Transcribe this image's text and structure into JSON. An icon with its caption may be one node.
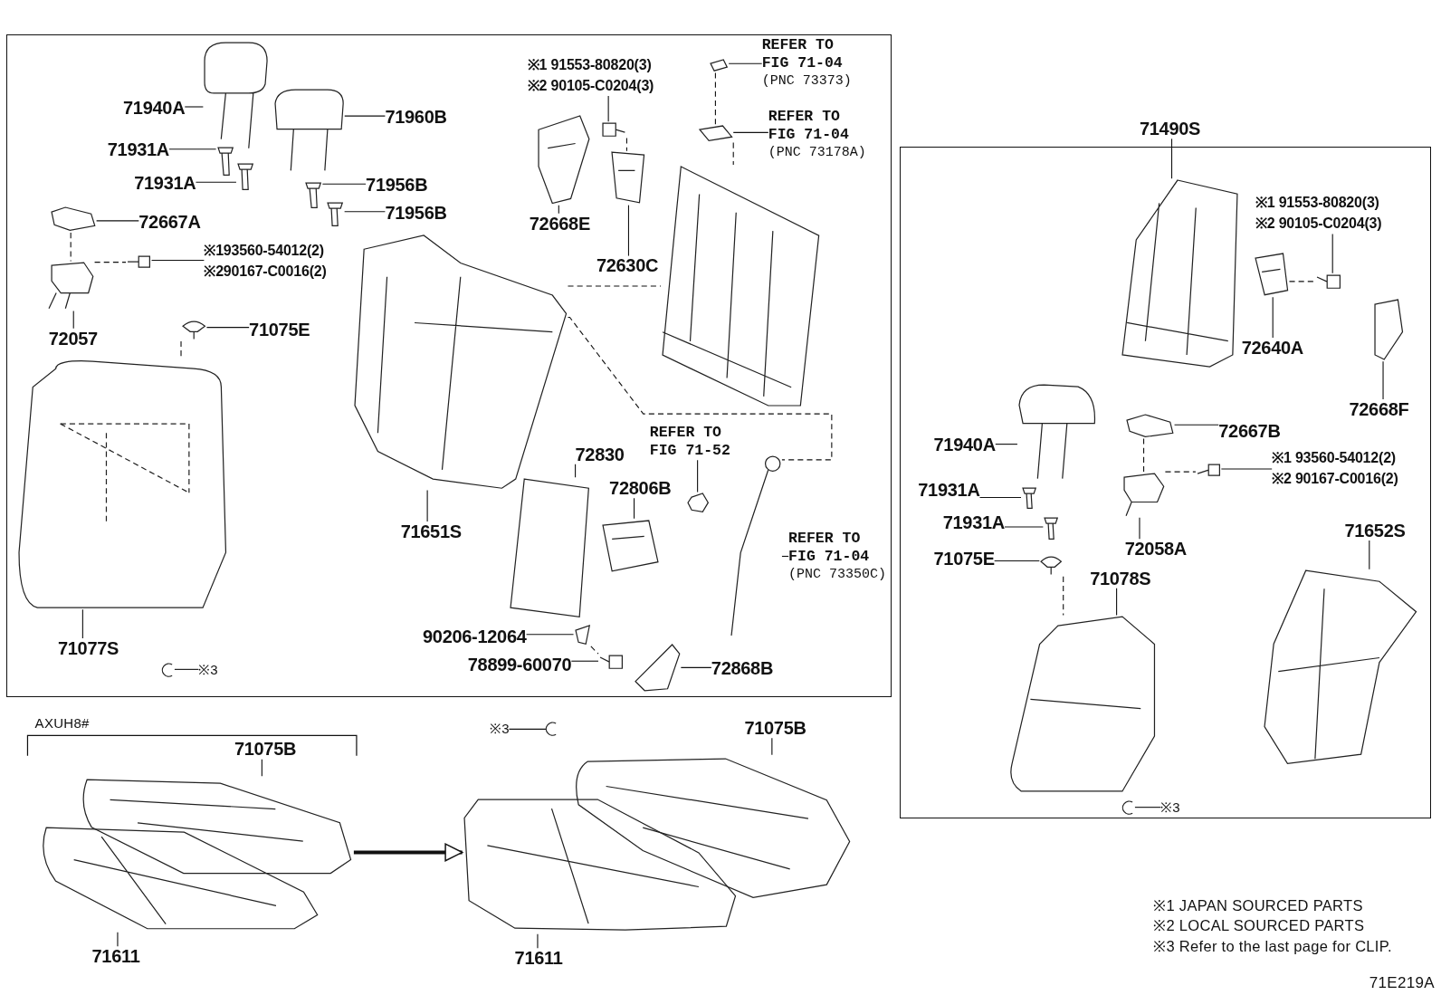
{
  "diagram": {
    "nodes": [
      {
        "text": [],
        "shape": "box"
      },
      {
        "text": [
          "71940A"
        ],
        "in": 0
      },
      {
        "text": [
          "71960B"
        ],
        "in": 0
      },
      {
        "text": [
          "71931A"
        ],
        "in": 0
      },
      {
        "text": [
          "71931A"
        ],
        "in": 0
      },
      {
        "text": [
          "71956B"
        ],
        "in": 0
      },
      {
        "text": [
          "71956B"
        ],
        "in": 0
      },
      {
        "text": [
          "72667A"
        ],
        "in": 0
      },
      {
        "text": [
          "※193560-54012(2)",
          "※290167-C0016(2)"
        ],
        "in": 0
      },
      {
        "text": [
          "72057"
        ],
        "in": 0
      },
      {
        "text": [
          "71075E"
        ],
        "in": 0
      },
      {
        "text": [
          "71077S"
        ],
        "in": 0
      },
      {
        "text": [
          "※3"
        ],
        "in": 0
      },
      {
        "text": [
          "※1 91553-80820(3)",
          "※2 90105-C0204(3)"
        ],
        "in": 0
      },
      {
        "text": [
          "REFER TO FIG 71-04",
          "(PNC 73373)"
        ],
        "in": 0
      },
      {
        "text": [
          "REFER TO FIG 71-04",
          "(PNC 73178A)"
        ],
        "in": 0
      },
      {
        "text": [
          "72668E"
        ],
        "in": 0
      },
      {
        "text": [
          "72630C"
        ],
        "in": 0
      },
      {
        "text": [
          "71651S"
        ],
        "in": 0
      },
      {
        "text": [
          "72830"
        ],
        "in": 0
      },
      {
        "text": [
          "72806B"
        ],
        "in": 0
      },
      {
        "text": [
          "REFER TO FIG 71-52"
        ],
        "in": 0
      },
      {
        "text": [
          "REFER TO FIG 71-04",
          "(PNC 73350C)"
        ],
        "in": 0
      },
      {
        "text": [
          "90206-12064"
        ],
        "in": 0
      },
      {
        "text": [
          "78899-60070"
        ],
        "in": 0
      },
      {
        "text": [
          "72868B"
        ],
        "in": 0
      },
      {
        "text": [
          "71490S"
        ]
      },
      {
        "text": [],
        "shape": "box"
      },
      {
        "text": [
          "※1 91553-80820(3)",
          "※2 90105-C0204(3)"
        ],
        "in": 27
      },
      {
        "text": [
          "72640A"
        ],
        "in": 27
      },
      {
        "text": [
          "72668F"
        ],
        "in": 27
      },
      {
        "text": [
          "71940A"
        ],
        "in": 27
      },
      {
        "text": [
          "72667B"
        ],
        "in": 27
      },
      {
        "text": [
          "※1 93560-54012(2)",
          "※2 90167-C0016(2)"
        ],
        "in": 27
      },
      {
        "text": [
          "71931A"
        ],
        "in": 27
      },
      {
        "text": [
          "71931A"
        ],
        "in": 27
      },
      {
        "text": [
          "72058A"
        ],
        "in": 27
      },
      {
        "text": [
          "71075E"
        ],
        "in": 27
      },
      {
        "text": [
          "71078S"
        ],
        "in": 27
      },
      {
        "text": [
          "71652S"
        ],
        "in": 27
      },
      {
        "text": [
          "※3"
        ],
        "in": 27
      },
      {
        "text": [
          "71075B"
        ]
      },
      {
        "text": [
          "71611"
        ]
      },
      {
        "text": [
          "※3"
        ]
      },
      {
        "text": [
          "71075B"
        ]
      },
      {
        "text": [
          "71611"
        ]
      },
      {
        "text": [],
        "shape": "picture",
        "in": 0
      },
      {
        "text": [],
        "shape": "picture",
        "in": 0
      },
      {
        "text": [],
        "shape": "picture",
        "in": 0
      },
      {
        "text": [],
        "shape": "picture",
        "in": 0
      },
      {
        "text": [],
        "shape": "picture",
        "in": 0
      },
      {
        "text": [],
        "shape": "picture",
        "in": 0
      },
      {
        "text": [],
        "shape": "picture",
        "in": 0
      },
      {
        "text": [],
        "shape": "picture",
        "in": 0
      },
      {
        "text": [],
        "shape": "picture",
        "in": 0
      },
      {
        "text": [],
        "shape": "picture",
        "in": 0
      },
      {
        "text": [],
        "shape": "picture",
        "in": 0
      },
      {
        "text": [],
        "shape": "picture",
        "in": 0
      },
      {
        "text": [],
        "shape": "picture",
        "in": 0
      },
      {
        "text": [],
        "shape": "picture",
        "in": 0
      },
      {
        "text": [],
        "shape": "picture",
        "in": 0
      },
      {
        "text": [],
        "shape": "picture",
        "in": 0
      },
      {
        "text": [],
        "shape": "picture",
        "in": 0
      },
      {
        "text": [],
        "shape": "picture",
        "in": 0
      },
      {
        "text": [],
        "shape": "picture",
        "in": 0
      },
      {
        "text": [],
        "shape": "picture",
        "in": 0
      },
      {
        "text": [],
        "shape": "picture",
        "in": 0
      },
      {
        "text": [],
        "shape": "picture",
        "in": 0
      },
      {
        "text": [],
        "shape": "picture",
        "in": 0
      },
      {
        "text": [],
        "shape": "picture",
        "in": 0
      },
      {
        "text": [],
        "shape": "picture",
        "in": 0
      },
      {
        "text": [],
        "shape": "picture",
        "in": 0
      },
      {
        "text": [],
        "shape": "picture",
        "in": 27
      },
      {
        "text": [],
        "shape": "picture",
        "in": 27
      },
      {
        "text": [],
        "shape": "picture",
        "in": 27
      },
      {
        "text": [],
        "shape": "picture",
        "in": 27
      },
      {
        "text": [],
        "shape": "picture",
        "in": 27
      },
      {
        "text": [],
        "shape": "picture",
        "in": 27
      },
      {
        "text": [],
        "shape": "picture",
        "in": 27
      },
      {
        "text": [],
        "shape": "picture",
        "in": 27
      },
      {
        "text": [],
        "shape": "picture",
        "in": 27
      },
      {
        "text": [],
        "shape": "picture",
        "in": 27
      },
      {
        "text": [],
        "shape": "picture",
        "in": 27
      },
      {
        "text": [],
        "shape": "picture",
        "in": 27
      },
      {
        "text": [],
        "shape": "picture",
        "in": 27
      },
      {
        "text": [],
        "shape": "picture",
        "in": 27
      },
      {
        "text": [],
        "shape": "picture"
      },
      {
        "text": [],
        "shape": "picture"
      },
      {
        "text": [],
        "shape": "picture"
      },
      {
        "text": [],
        "shape": "picture"
      },
      {
        "text": [],
        "shape": "picture"
      }
    ],
    "edges": [
      {
        "from": 1,
        "to": 46,
        "arrow": "none"
      },
      {
        "from": 2,
        "to": 47,
        "arrow": "none"
      },
      {
        "from": 3,
        "to": 48,
        "arrow": "none"
      },
      {
        "from": 4,
        "to": 49,
        "arrow": "none"
      },
      {
        "from": 5,
        "to": 50,
        "arrow": "none"
      },
      {
        "from": 6,
        "to": 51,
        "arrow": "none"
      },
      {
        "from": 7,
        "to": 52,
        "arrow": "none"
      },
      {
        "from": 8,
        "to": 53,
        "arrow": "none"
      },
      {
        "from": 9,
        "to": 54,
        "arrow": "none"
      },
      {
        "from": 10,
        "to": 55,
        "arrow": "none"
      },
      {
        "from": 11,
        "to": 56,
        "arrow": "none"
      },
      {
        "from": 12,
        "to": 57,
        "arrow": "none"
      },
      {
        "from": 13,
        "to": 58,
        "arrow": "none"
      },
      {
        "from": 14,
        "to": 59,
        "arrow": "none"
      },
      {
        "from": 15,
        "to": 60,
        "arrow": "none"
      },
      {
        "from": 16,
        "to": 61,
        "arrow": "none"
      },
      {
        "from": 17,
        "to": 62,
        "arrow": "none"
      },
      {
        "from": 18,
        "to": 63,
        "arrow": "none"
      },
      {
        "from": 19,
        "to": 64,
        "arrow": "none"
      },
      {
        "from": 20,
        "to": 65,
        "arrow": "none"
      },
      {
        "from": 21,
        "to": 66,
        "arrow": "none"
      },
      {
        "from": 22,
        "to": 67,
        "arrow": "none"
      },
      {
        "from": 23,
        "to": 68,
        "arrow": "none"
      },
      {
        "from": 24,
        "to": 69,
        "arrow": "none"
      },
      {
        "from": 25,
        "to": 70,
        "arrow": "none"
      },
      {
        "from": 26,
        "to": 72,
        "arrow": "none"
      },
      {
        "from": 28,
        "to": 73,
        "arrow": "none"
      },
      {
        "from": 29,
        "to": 74,
        "arrow": "none"
      },
      {
        "from": 30,
        "to": 75,
        "arrow": "none"
      },
      {
        "from": 31,
        "to": 76,
        "arrow": "none"
      },
      {
        "from": 32,
        "to": 77,
        "arrow": "none"
      },
      {
        "from": 33,
        "to": 78,
        "arrow": "none"
      },
      {
        "from": 34,
        "to": 79,
        "arrow": "none"
      },
      {
        "from": 35,
        "to": 80,
        "arrow": "none"
      },
      {
        "from": 36,
        "to": 81,
        "arrow": "none"
      },
      {
        "from": 37,
        "to": 82,
        "arrow": "none"
      },
      {
        "from": 38,
        "to": 83,
        "arrow": "none"
      },
      {
        "from": 39,
        "to": 84,
        "arrow": "none"
      },
      {
        "from": 40,
        "to": 85,
        "arrow": "none"
      },
      {
        "from": 41,
        "to": 86,
        "arrow": "none"
      },
      {
        "from": 42,
        "to": 87,
        "arrow": "none"
      },
      {
        "from": 43,
        "to": 88,
        "arrow": "none"
      },
      {
        "from": 44,
        "to": 89,
        "arrow": "none"
      },
      {
        "from": 45,
        "to": 90,
        "arrow": "none"
      },
      {
        "from": 52,
        "to": 54,
        "arrow": "none",
        "style": "dashed"
      },
      {
        "from": 54,
        "to": 53,
        "arrow": "none",
        "style": "dashed"
      },
      {
        "from": 55,
        "to": 56,
        "arrow": "none",
        "style": "dashed"
      },
      {
        "from": 59,
        "to": 60,
        "arrow": "none",
        "style": "dashed"
      },
      {
        "from": 60,
        "to": 71,
        "arrow": "none",
        "style": "dashed"
      },
      {
        "from": 63,
        "to": 71,
        "arrow": "none",
        "style": "dashed"
      },
      {
        "from": 63,
        "to": 67,
        "arrow": "none",
        "style": "dashed"
      },
      {
        "from": 58,
        "to": 62,
        "arrow": "none",
        "style": "dashed"
      },
      {
        "from": 68,
        "to": 69,
        "arrow": "none",
        "style": "dashed"
      },
      {
        "from": 77,
        "to": 81,
        "arrow": "none",
        "style": "dashed"
      },
      {
        "from": 81,
        "to": 78,
        "arrow": "none",
        "style": "dashed"
      },
      {
        "from": 74,
        "to": 73,
        "arrow": "none",
        "style": "dashed"
      },
      {
        "from": 82,
        "to": 83,
        "arrow": "none",
        "style": "dashed"
      },
      {
        "from": 86,
        "to": 90,
        "arrow": "to",
        "style": "thick"
      }
    ],
    "labels": [
      "AXUH8#",
      "※1 JAPAN SOURCED PARTS",
      "※2 LOCAL SOURCED PARTS",
      "※3 Refer to the last page for CLIP.",
      "71E219A"
    ]
  }
}
